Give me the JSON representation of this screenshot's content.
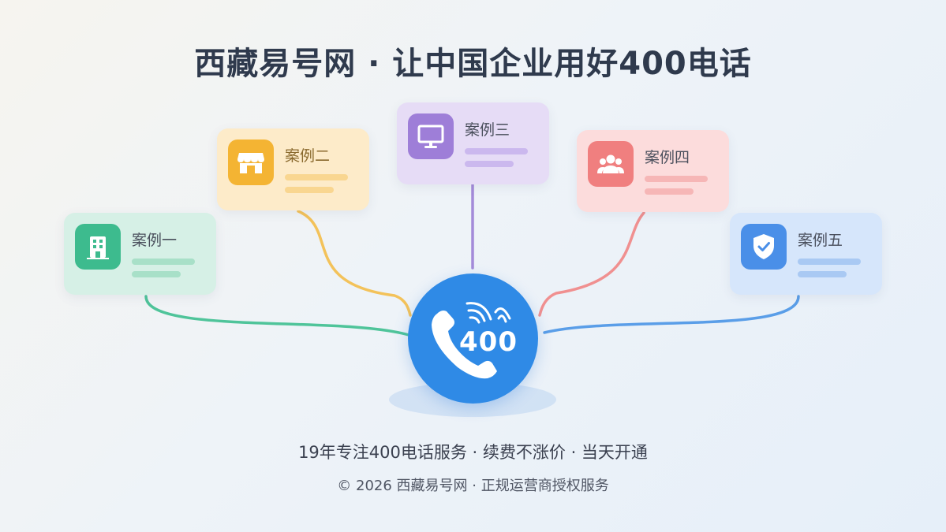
{
  "title": "西藏易号网 · 让中国企业用好400电话",
  "center": {
    "label": "400",
    "icon": "phone-ringing-icon"
  },
  "cases": [
    {
      "label": "案例一",
      "icon": "building-icon",
      "color": "#3dbb8e"
    },
    {
      "label": "案例二",
      "icon": "storefront-icon",
      "color": "#f4b433"
    },
    {
      "label": "案例三",
      "icon": "monitor-icon",
      "color": "#9e7ed8"
    },
    {
      "label": "案例四",
      "icon": "users-icon",
      "color": "#f07f7f"
    },
    {
      "label": "案例五",
      "icon": "shield-check-icon",
      "color": "#4a8fe8"
    }
  ],
  "tagline": "19年专注400电话服务 · 续费不涨价 · 当天开通",
  "footer": "© 2026 西藏易号网 · 正规运营商授权服务"
}
